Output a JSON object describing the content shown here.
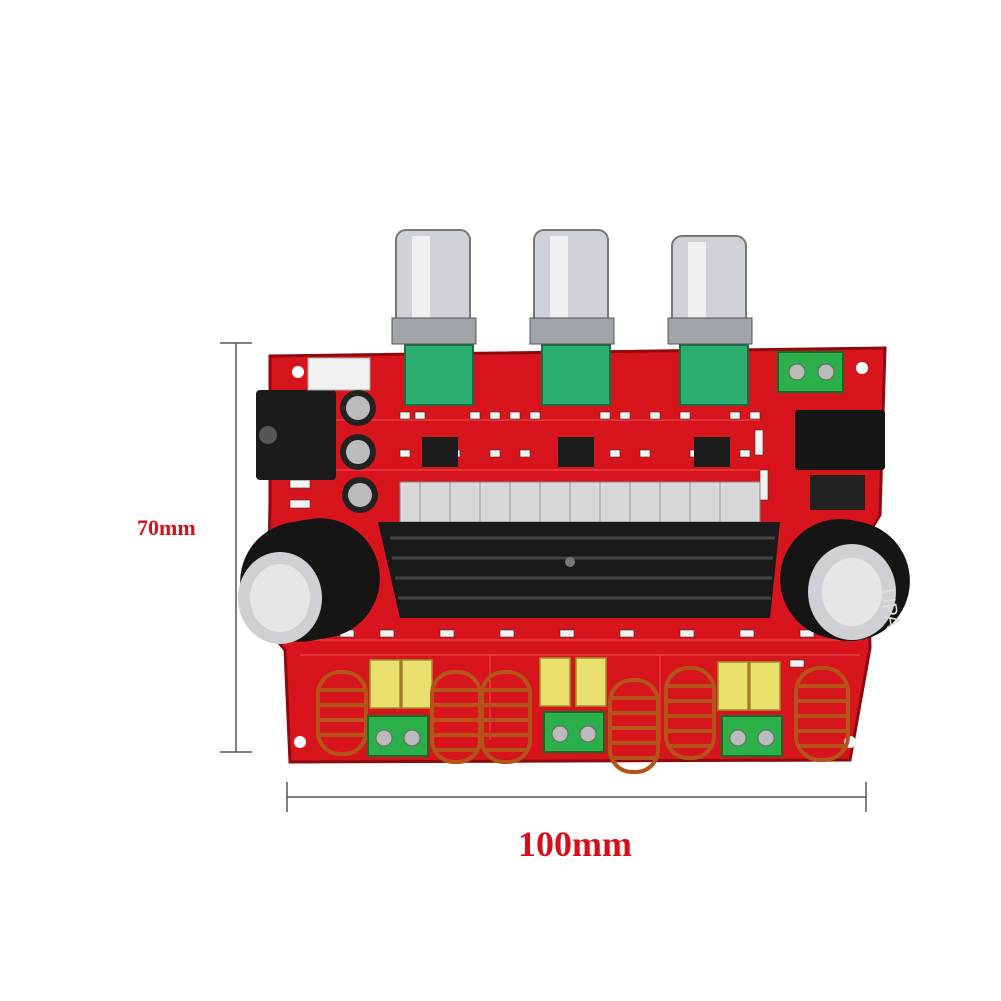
{
  "dimensions": {
    "height_label": "70mm",
    "width_label": "100mm"
  },
  "colors": {
    "pcb": "#d8141c",
    "pcb_dark": "#a80d12",
    "dimension_text": "#d4101a",
    "heatsink": "#1a1a1a",
    "terminal": "#2bb04a",
    "knob": "#cfd2d6",
    "coil": "#b4541a",
    "capacitor_film": "#e8e06a"
  },
  "board_markings": {
    "cap_right": "UPA"
  }
}
